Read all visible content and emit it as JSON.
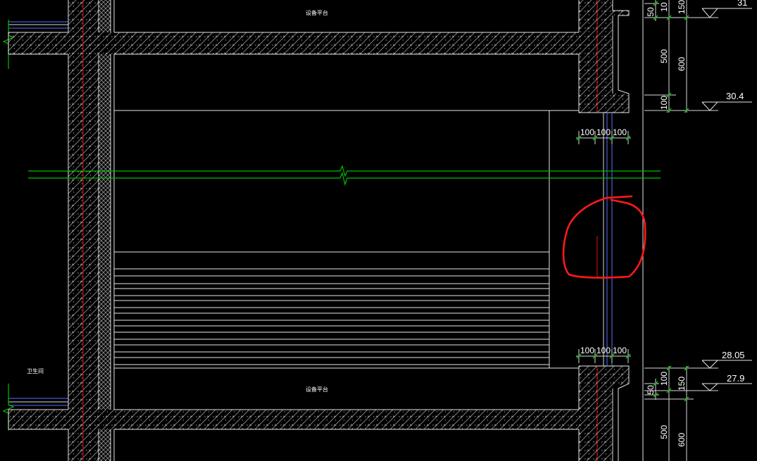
{
  "colors": {
    "background": "#000000",
    "line": "#e6e6e6",
    "hatch": "#8c8c8c",
    "centerline": "#e01010",
    "break_line": "#00c000",
    "glazing": "#5470ff",
    "markup_circle": "#ff1a1a",
    "dimension": "#d8d8d8",
    "dimension_tick": "#00c000",
    "text": "#ffffff"
  },
  "labels": {
    "platform_upper": "设备平台",
    "platform_lower": "设备平台",
    "bathroom": "卫生间"
  },
  "dimensions": {
    "wall_upper": [
      "100",
      "100",
      "100"
    ],
    "wall_lower": [
      "100",
      "100",
      "100"
    ],
    "right_upper": [
      "50",
      "10",
      "150",
      "500",
      "600",
      "100"
    ],
    "right_lower": [
      "50",
      "100",
      "150",
      "500",
      "600"
    ]
  },
  "elevations": {
    "top": "31",
    "upper": "30.4",
    "lower_a": "28.05",
    "lower_b": "27.9"
  }
}
